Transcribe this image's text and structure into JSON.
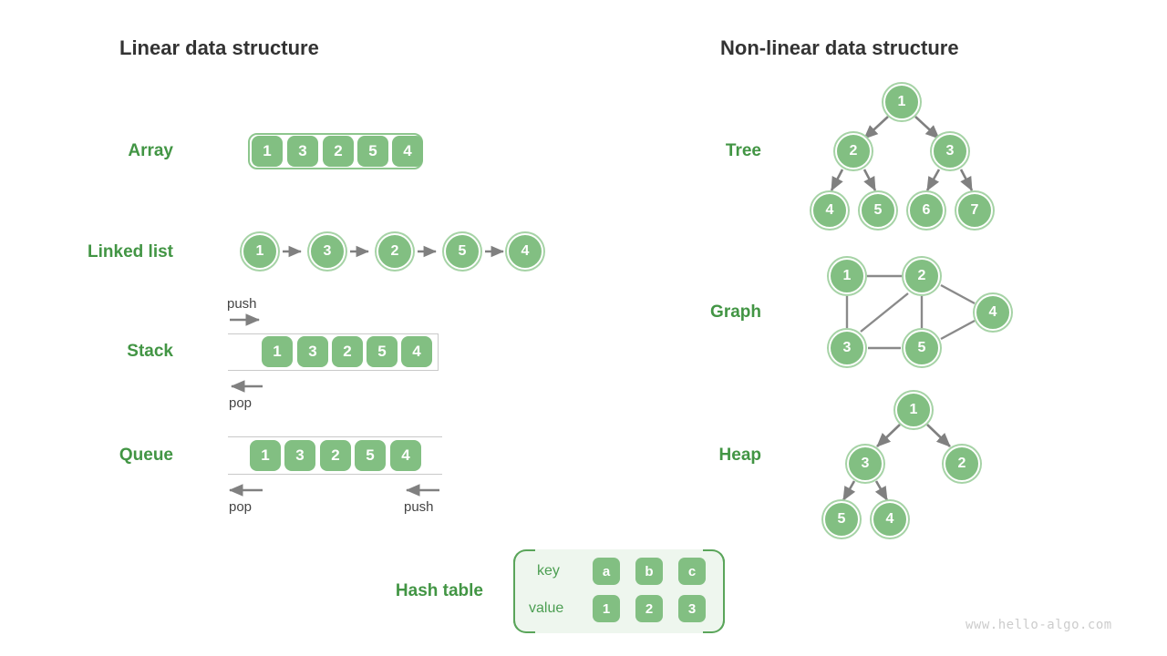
{
  "headings": {
    "linear": "Linear data structure",
    "nonlinear": "Non-linear data structure"
  },
  "watermark": "www.hello-algo.com",
  "colors": {
    "node_fill": "#82bf82",
    "node_ring": "#a6d3a6",
    "label_green": "#429544",
    "panel_bg": "#eef6ee",
    "panel_border": "#5aa55a",
    "arrow_gray": "#808080",
    "container_gray": "#c9c9c9",
    "title_dark": "#333333",
    "watermark_gray": "#cccccc"
  },
  "linear": {
    "array": {
      "label": "Array",
      "values": [
        "1",
        "3",
        "2",
        "5",
        "4"
      ]
    },
    "linked_list": {
      "label": "Linked list",
      "values": [
        "1",
        "3",
        "2",
        "5",
        "4"
      ]
    },
    "stack": {
      "label": "Stack",
      "values": [
        "1",
        "3",
        "2",
        "5",
        "4"
      ],
      "push_label": "push",
      "pop_label": "pop"
    },
    "queue": {
      "label": "Queue",
      "values": [
        "1",
        "3",
        "2",
        "5",
        "4"
      ],
      "pop_label": "pop",
      "push_label": "push"
    },
    "hash_table": {
      "label": "Hash table",
      "key_label": "key",
      "value_label": "value",
      "keys": [
        "a",
        "b",
        "c"
      ],
      "values": [
        "1",
        "2",
        "3"
      ]
    }
  },
  "nonlinear": {
    "tree": {
      "label": "Tree",
      "nodes": [
        "1",
        "2",
        "3",
        "4",
        "5",
        "6",
        "7"
      ],
      "edges": [
        [
          0,
          1
        ],
        [
          0,
          2
        ],
        [
          1,
          3
        ],
        [
          1,
          4
        ],
        [
          2,
          5
        ],
        [
          2,
          6
        ]
      ]
    },
    "graph": {
      "label": "Graph",
      "nodes": [
        "1",
        "2",
        "3",
        "4",
        "5"
      ],
      "edges": [
        [
          0,
          1
        ],
        [
          0,
          2
        ],
        [
          1,
          2
        ],
        [
          1,
          4
        ],
        [
          1,
          3
        ],
        [
          2,
          4
        ],
        [
          4,
          3
        ]
      ]
    },
    "heap": {
      "label": "Heap",
      "nodes": [
        "1",
        "3",
        "2",
        "5",
        "4"
      ],
      "edges": [
        [
          0,
          1
        ],
        [
          0,
          2
        ],
        [
          1,
          3
        ],
        [
          1,
          4
        ]
      ]
    }
  }
}
